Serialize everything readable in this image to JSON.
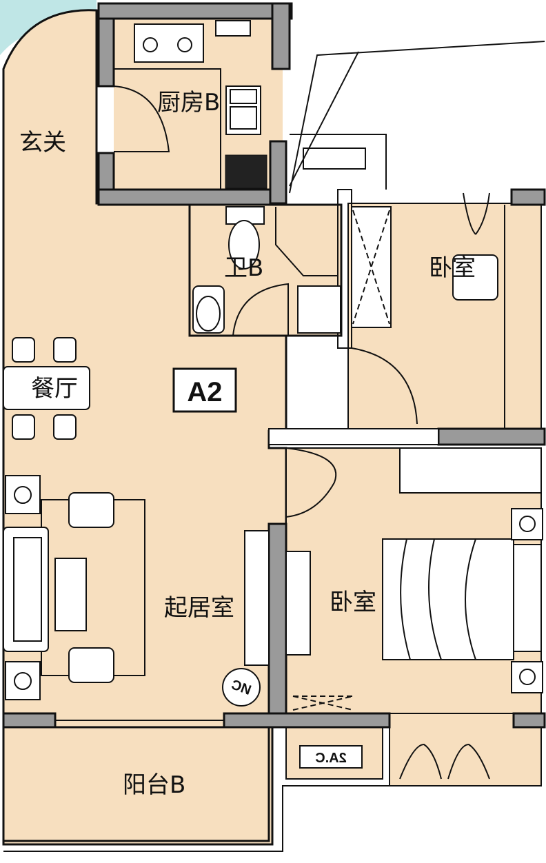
{
  "colors": {
    "floor": "#f7dfbf",
    "wall": "#9a9a9a",
    "exterior": "#bfe6e6"
  },
  "unit_code": "A2",
  "rooms": {
    "entry": "玄关",
    "kitchen": "厨房B",
    "bathroom": "卫B",
    "bedroom_small": "卧室",
    "dining": "餐厅",
    "living": "起居室",
    "bedroom_main": "卧室",
    "balcony": "阳台B"
  },
  "equipment": {
    "ac_unit": "2A.C",
    "water_heater": "NC"
  }
}
